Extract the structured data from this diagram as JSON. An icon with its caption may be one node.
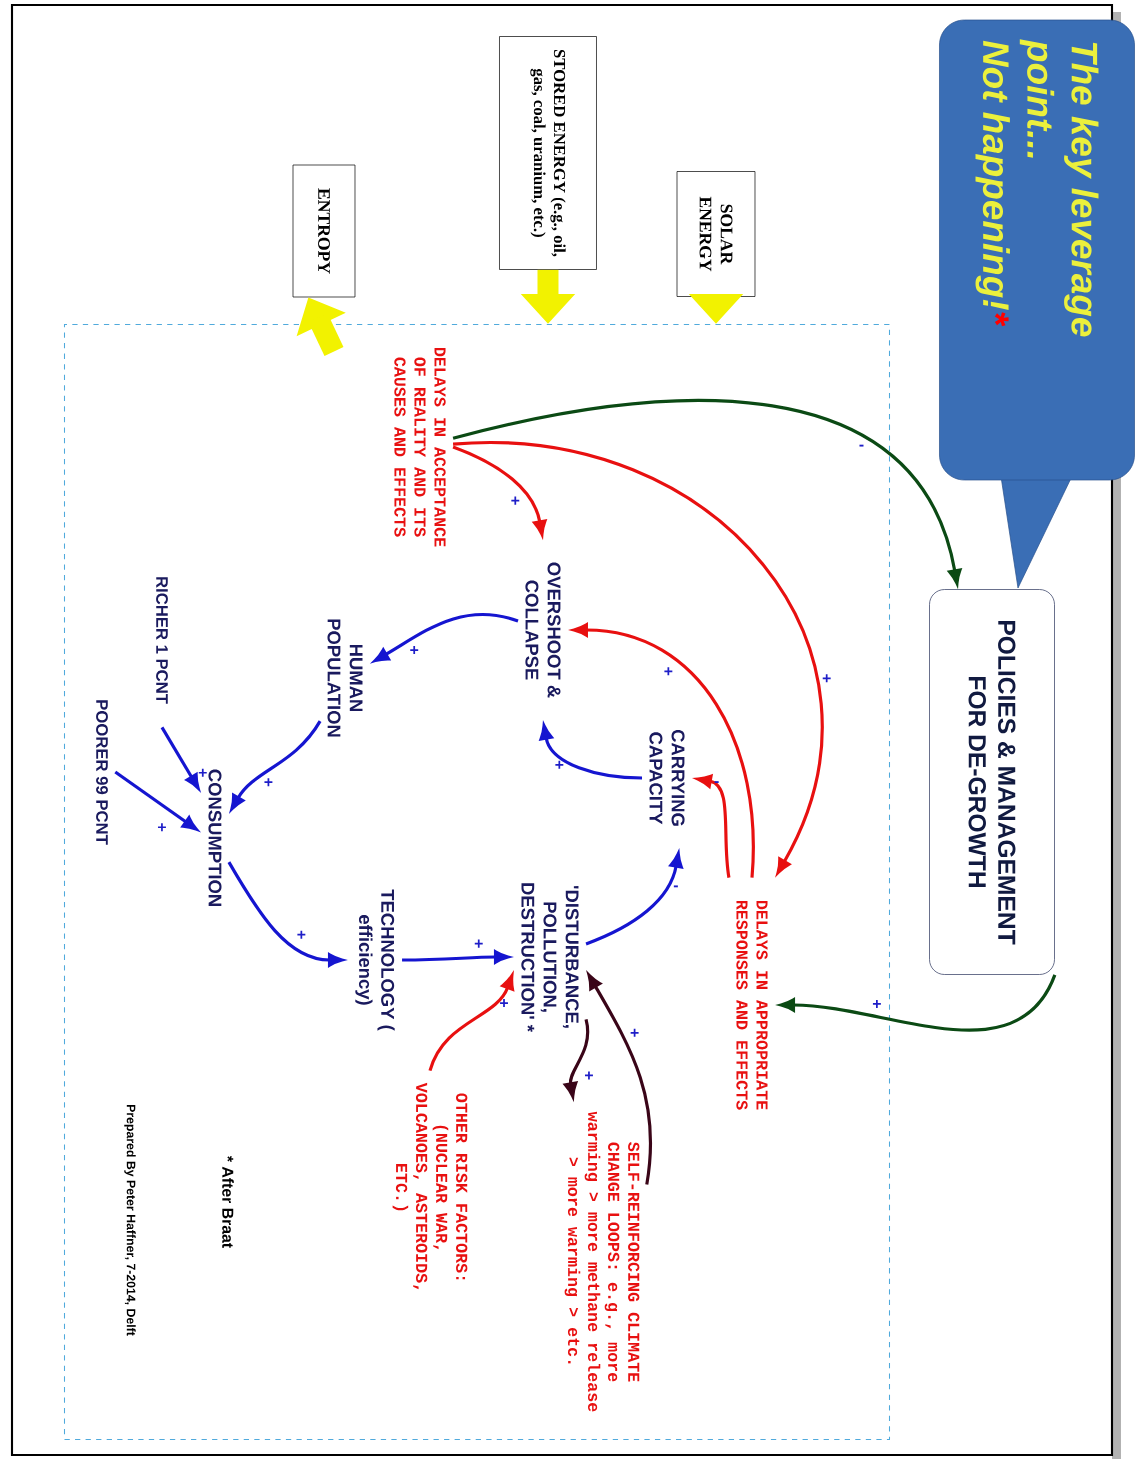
{
  "diagram": {
    "nodes": [
      {
        "text": [
          "The key leverage point...",
          "Not happening!",
          "*"
        ]
      },
      {
        "text": [
          "POLICIES & MANAGEMENT FOR DE-GROWTH"
        ]
      },
      {
        "text": [
          "SOLAR ENERGY"
        ]
      },
      {
        "text": [
          "STORED ENERGY (e.g., oil, gas, coal, uranium, etc.)"
        ]
      },
      {
        "text": [
          "ENTROPY"
        ]
      },
      {
        "text": [],
        "shape": "box"
      },
      {
        "text": [
          "DELAYS IN ACCEPTANCE OF REALITY AND ITS CAUSES AND EFFECTS"
        ],
        "in": 5
      },
      {
        "text": [
          "OVERSHOOT & COLLAPSE"
        ],
        "in": 5
      },
      {
        "text": [
          "HUMAN POPULATION"
        ],
        "in": 5
      },
      {
        "text": [
          "RICHER 1 PCNT"
        ],
        "in": 5
      },
      {
        "text": [
          "POORER 99 PCNT"
        ],
        "in": 5
      },
      {
        "text": [
          "CONSUMPTION"
        ],
        "in": 5
      },
      {
        "text": [
          "TECHNOLOGY ( efficiency)"
        ],
        "in": 5
      },
      {
        "text": [
          "'DISTURBANCE, POLLUTION, DESTRUCTION' *"
        ],
        "in": 5
      },
      {
        "text": [
          "CARRYING CAPACITY"
        ],
        "in": 5
      },
      {
        "text": [
          "DELAYS IN APPROPRIATE RESPONSES AND EFFECTS"
        ],
        "in": 5
      },
      {
        "text": [
          "SELF-REINFORCING CLIMATE CHANGE LOOPS: e.g., more warming > more methane release > more warming > etc."
        ],
        "in": 5
      },
      {
        "text": [
          "OTHER RISK FACTORS: (NUCLEAR WAR, VOLCANOES, ASTEROIDS, ETC.)"
        ],
        "in": 5
      }
    ],
    "edges": [
      {
        "from": 2,
        "to": 5,
        "arrow": "to",
        "style": "thick",
        "color": "#f2f200"
      },
      {
        "from": 3,
        "to": 5,
        "arrow": "to",
        "style": "thick",
        "color": "#f2f200"
      },
      {
        "from": 5,
        "to": 4,
        "arrow": "to",
        "style": "thick",
        "color": "#f2f200"
      },
      {
        "from": 6,
        "to": 1,
        "arrow": "to",
        "label": "-",
        "color": "#0b4a14"
      },
      {
        "from": 6,
        "to": 15,
        "arrow": "to",
        "label": "+",
        "color": "#e81010"
      },
      {
        "from": 6,
        "to": 7,
        "arrow": "to",
        "label": "+",
        "color": "#e81010"
      },
      {
        "from": 15,
        "to": 7,
        "arrow": "to",
        "label": "+",
        "color": "#e81010"
      },
      {
        "from": 1,
        "to": 15,
        "arrow": "to",
        "label": "+",
        "color": "#0b4a14"
      },
      {
        "from": 15,
        "to": 14,
        "arrow": "to",
        "label": "-",
        "color": "#e81010"
      },
      {
        "from": 13,
        "to": 14,
        "arrow": "to",
        "label": "-"
      },
      {
        "from": 14,
        "to": 7,
        "arrow": "to",
        "label": "+"
      },
      {
        "from": 7,
        "to": 8,
        "arrow": "to",
        "label": "+"
      },
      {
        "from": 8,
        "to": 11,
        "arrow": "to",
        "label": "+"
      },
      {
        "from": 9,
        "to": 11,
        "arrow": "to",
        "label": "+"
      },
      {
        "from": 10,
        "to": 11,
        "arrow": "to",
        "label": "+"
      },
      {
        "from": 11,
        "to": 12,
        "arrow": "to",
        "label": "+"
      },
      {
        "from": 12,
        "to": 13,
        "arrow": "to",
        "label": "+"
      },
      {
        "from": 17,
        "to": 13,
        "arrow": "to",
        "label": "+",
        "color": "#e81010"
      },
      {
        "from": 13,
        "to": 16,
        "arrow": "to",
        "label": "+",
        "color": "#3a0518"
      },
      {
        "from": 16,
        "to": 13,
        "arrow": "to",
        "label": "+",
        "color": "#3a0518"
      }
    ],
    "labels": [
      "* After Braat",
      "Prepared By Peter Haffner, 7-2014, Delft"
    ]
  }
}
